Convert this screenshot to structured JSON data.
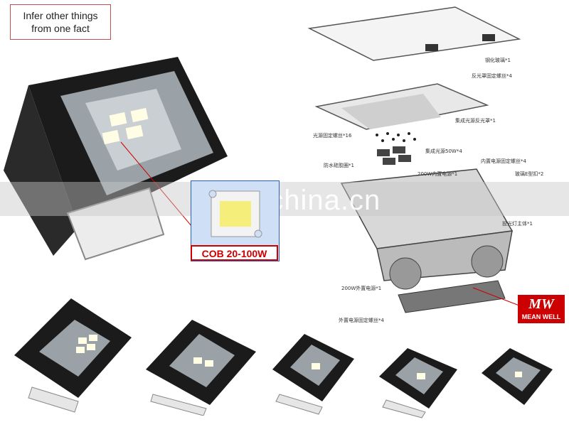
{
  "tagline": "Infer other things\nfrom one fact",
  "cob_label": "COB 20-100W",
  "watermark": "trade.china.cn",
  "badge": {
    "logo": "MW",
    "name": "MEAN WELL"
  },
  "parts": [
    "钢化玻璃*1",
    "反光罩固定螺丝*4",
    "集成光源反光罩*1",
    "光源固定螺丝*16",
    "集成光源50W*4",
    "内置电源固定螺丝*4",
    "防水硅胶圈*1",
    "200W内置电源*1",
    "玻璃E型扣*2",
    "投光灯主体*1",
    "200W外置电源*1",
    "外置电源固定螺丝*4"
  ],
  "colors": {
    "accent_red": "#cc0000",
    "lamp_body": "#1b1b1b",
    "chip_bg": "#cfe0f6"
  }
}
